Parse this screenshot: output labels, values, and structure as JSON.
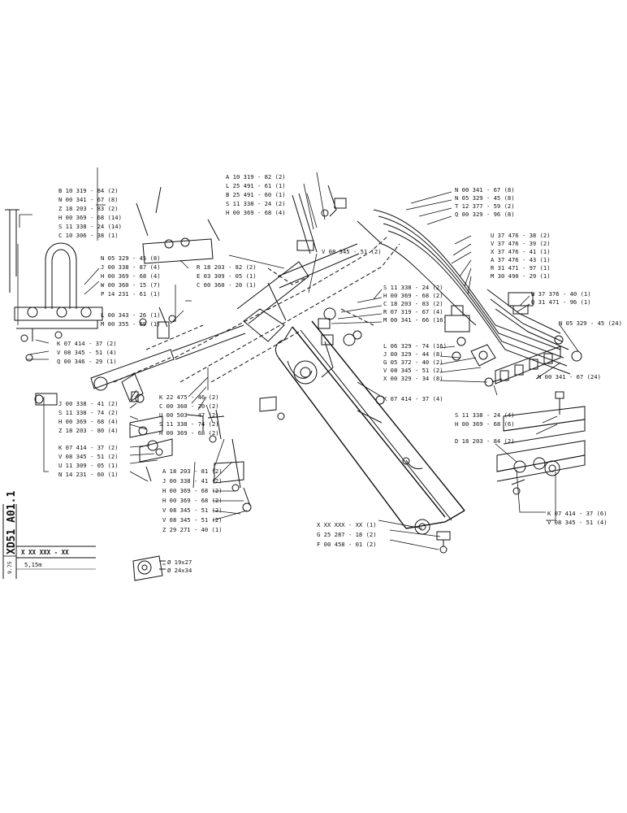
{
  "sheet": {
    "code": "XD51 A01.1",
    "date": "9.75",
    "ref": "X XX XXX - XX",
    "length": "5,15m",
    "dims": [
      "Ø 19x27",
      "Ø 24x34"
    ]
  },
  "labels": {
    "g1": [
      "B 10 319 - 84 (2)",
      "N 00 341 - 67 (8)",
      "Z 18 203 - 83 (2)",
      "H 00 369 - 68 (14)",
      "S 11 338 - 24 (14)",
      "C 10 306 - 38 (1)"
    ],
    "g2": [
      "N 05 329 - 45 (8)",
      "J 00 338 - 87 (4)",
      "H 00 369 - 68 (4)",
      "W 00 360 - 15 (7)",
      "P 14 231 - 61 (1)"
    ],
    "g3": [
      "L 00 343 - 26 (1)",
      "M 00 355 - 69 (1)"
    ],
    "g4": [
      "K 07 414 - 37 (2)",
      "V 08 345 - 51 (4)",
      "Q 00 346 - 29 (1)"
    ],
    "g5": [
      "A 10 319 - 82 (2)",
      "L 25 491 - 61 (1)",
      "B 25 491 - 60 (1)",
      "S 11 338 - 24 (2)",
      "H 00 369 - 68 (4)"
    ],
    "g6": [
      "R 18 203 - 82 (2)",
      "E 03 309 - 05 (1)",
      "C 00 360 - 20 (1)"
    ],
    "g7": "V 08 345 - 51 (2)",
    "g8": [
      "N 00 341 - 67 (8)",
      "N 05 329 - 45 (8)",
      "T 12 377 - 59 (2)",
      "Q 00 329 - 96 (8)"
    ],
    "g9": [
      "U 37 476 - 38 (2)",
      "V 37 476 - 39 (2)",
      "X 37 476 - 41 (1)",
      "A 37 476 - 43 (1)",
      "R 31 471 - 97 (1)",
      "M 30 490 - 29 (1)"
    ],
    "g10": [
      "S 11 338 - 24 (2)",
      "H 00 369 - 68 (2)",
      "C 18 203 - 83 (2)",
      "R 07 319 - 67 (4)",
      "M 00 341 - 66 (16)"
    ],
    "g11": [
      "W 37 376 - 40 (1)",
      "Q 31 471 - 96 (1)"
    ],
    "g12": "N 05 329 - 45 (24)",
    "g13": [
      "L 06 329 - 74 (16)",
      "J 00 329 - 44 (8)",
      "G 05 372 - 40 (2)",
      "V 08 345 - 51 (2)",
      "X 00 329 - 34 (8)"
    ],
    "g14": "N 00 341 - 67 (24)",
    "g15": "K 07 414 - 37 (4)",
    "g16": [
      "K 22 475 - 46 (2)",
      "C 00 360 - 20 (2)",
      "U 00 503 - 47 (2)",
      "S 11 338 - 74 (2)",
      "H 00 369 - 68 (2)"
    ],
    "g17": [
      "J 00 338 - 41 (2)",
      "S 11 338 - 74 (2)",
      "H 00 369 - 68 (4)",
      "Z 18 203 - 80 (4)"
    ],
    "g18": [
      "K 07 414 - 37 (2)",
      "V 08 345 - 51 (2)",
      "U 11 309 - 05 (1)",
      "N 14 231 - 60 (1)"
    ],
    "g19": [
      "A 18 203 - 81 (2)",
      "J 00 338 - 41 (2)",
      "H 00 369 - 68 (2)",
      "H 00 369 - 68 (2)",
      "V 08 345 - 51 (2)",
      "V 08 345 - 51 (2)",
      "Z 29 271 - 40 (1)"
    ],
    "g20": [
      "S 11 338 - 24 (4)",
      "H 00 369 - 68 (6)"
    ],
    "g21": "D 18 203 - 84 (2)",
    "g22": [
      "K 07 414 - 37 (6)",
      "V 08 345 - 51 (4)"
    ],
    "g23": [
      "X XX XXX - XX (1)",
      "G 25 287 - 18 (2)",
      "F 00 458 - 01 (2)"
    ]
  }
}
